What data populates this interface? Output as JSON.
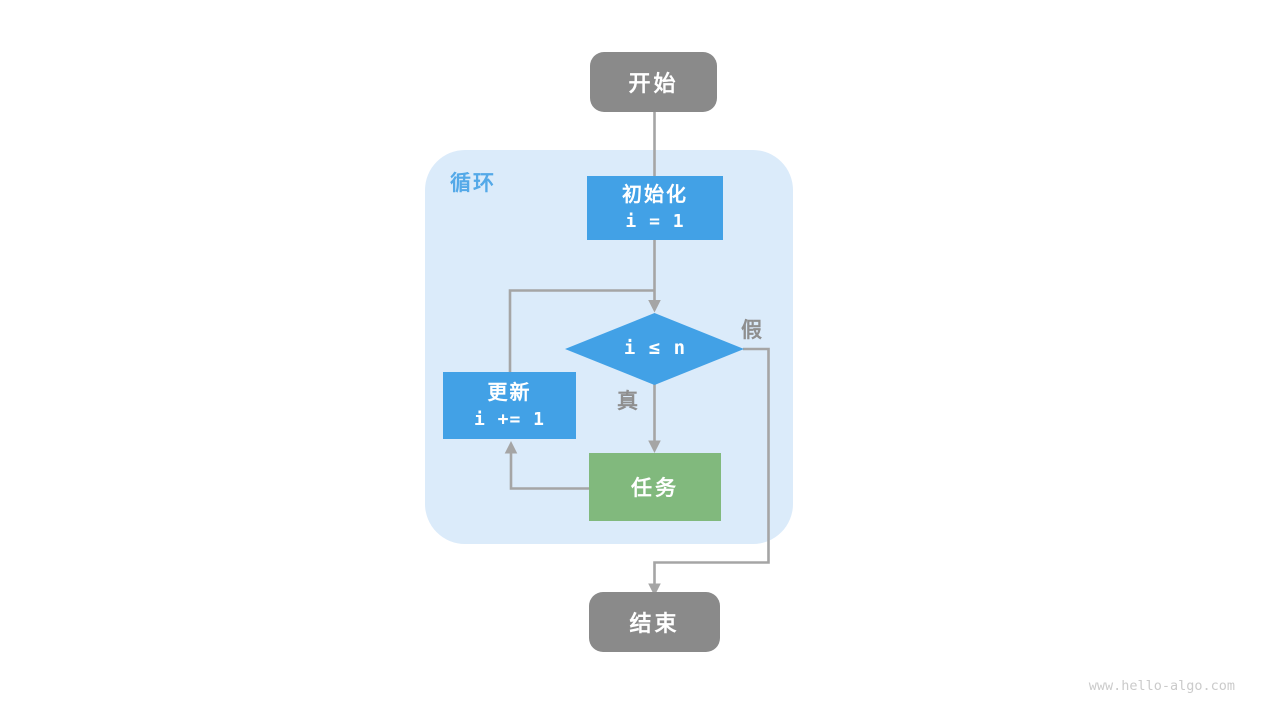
{
  "diagram": {
    "loop_region_label": "循环",
    "nodes": {
      "start": {
        "label": "开始"
      },
      "init": {
        "title": "初始化",
        "code": "i = 1"
      },
      "condition": {
        "code": "i ≤ n"
      },
      "update": {
        "title": "更新",
        "code": "i += 1"
      },
      "task": {
        "label": "任务"
      },
      "end": {
        "label": "结束"
      }
    },
    "edge_labels": {
      "true": "真",
      "false": "假"
    },
    "colors": {
      "box_blue": "#42a1e6",
      "task_green": "#81b97d",
      "node_gray": "#8a8a8a",
      "region_bg": "#dbebfa",
      "line_gray": "#a5a5a5",
      "label_gray": "#8f8f8f",
      "loop_label_blue": "#54a9e8",
      "watermark_gray": "#cbcbcb",
      "page_bg": "#ffffff"
    },
    "watermark": "www.hello-algo.com"
  }
}
